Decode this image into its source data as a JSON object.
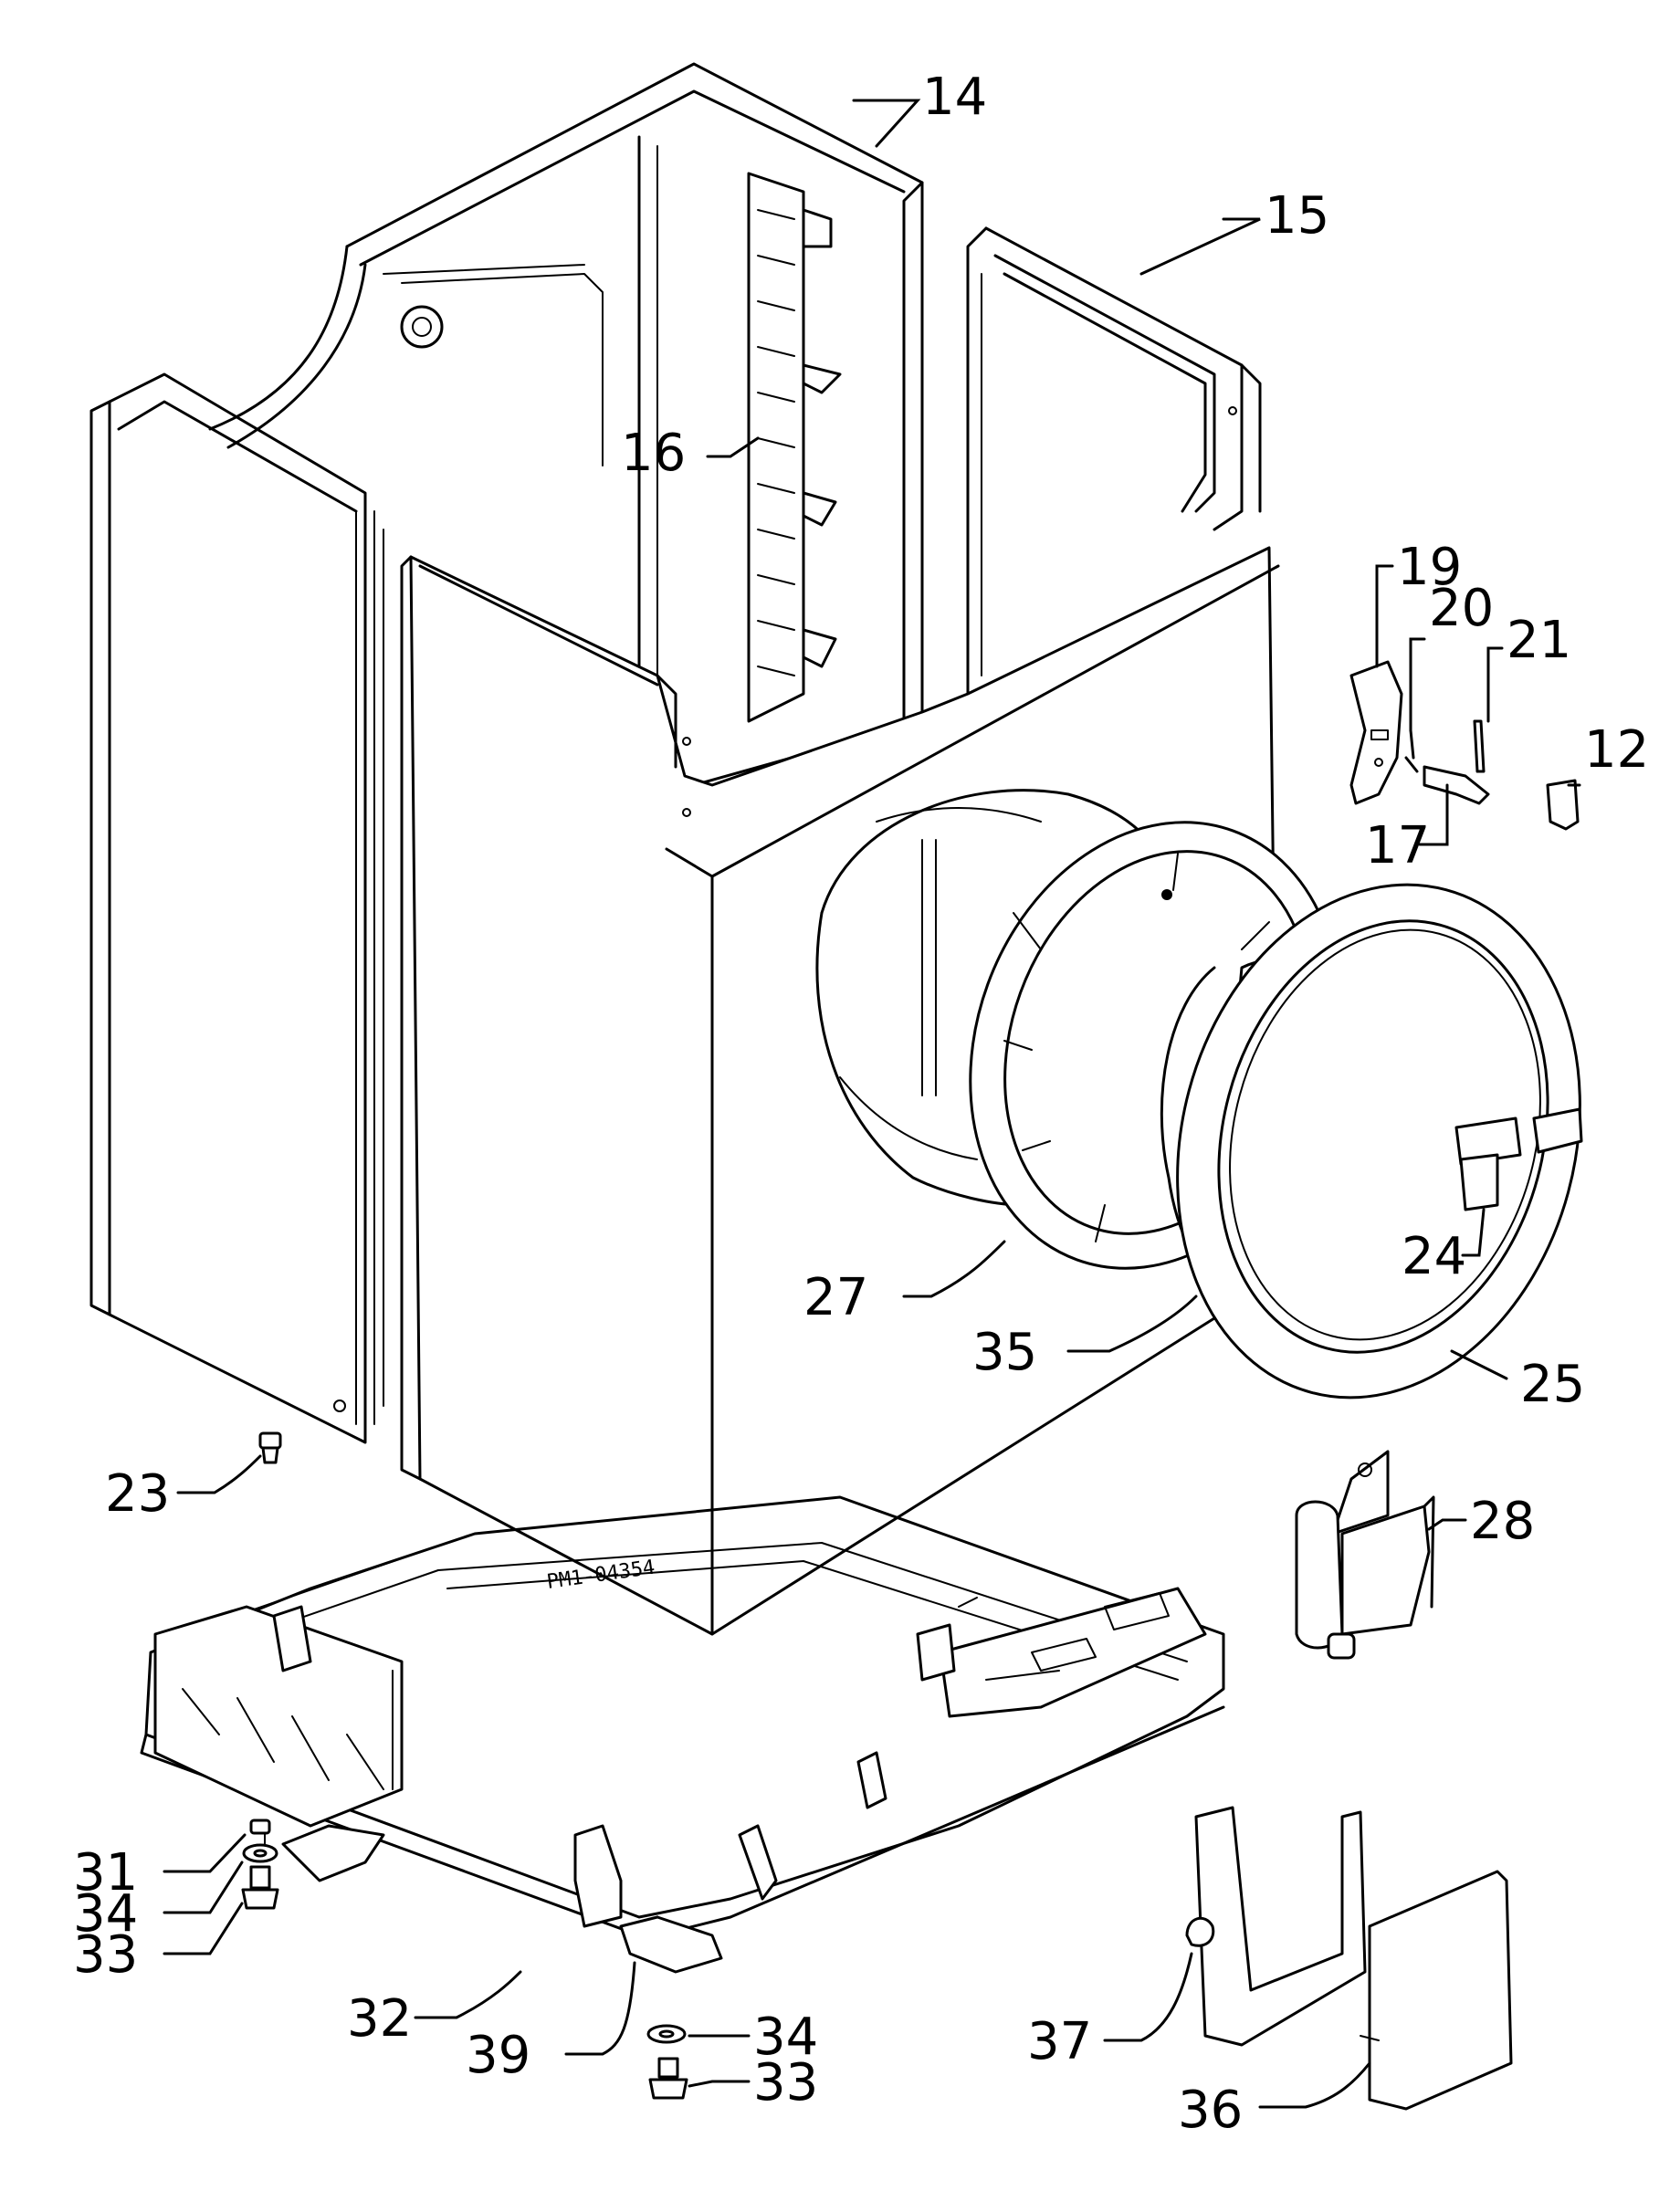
{
  "diagram": {
    "stamp": "PM1-04354",
    "labels": {
      "p14": "14",
      "p15": "15",
      "p16": "16",
      "p19": "19",
      "p20": "20",
      "p21": "21",
      "p12": "12",
      "p17": "17",
      "p24": "24",
      "p27": "27",
      "p35": "35",
      "p25": "25",
      "p23": "23",
      "p28": "28",
      "p31": "31",
      "p34a": "34",
      "p33a": "33",
      "p32": "32",
      "p39": "39",
      "p34b": "34",
      "p33b": "33",
      "p37": "37",
      "p36": "36"
    }
  }
}
